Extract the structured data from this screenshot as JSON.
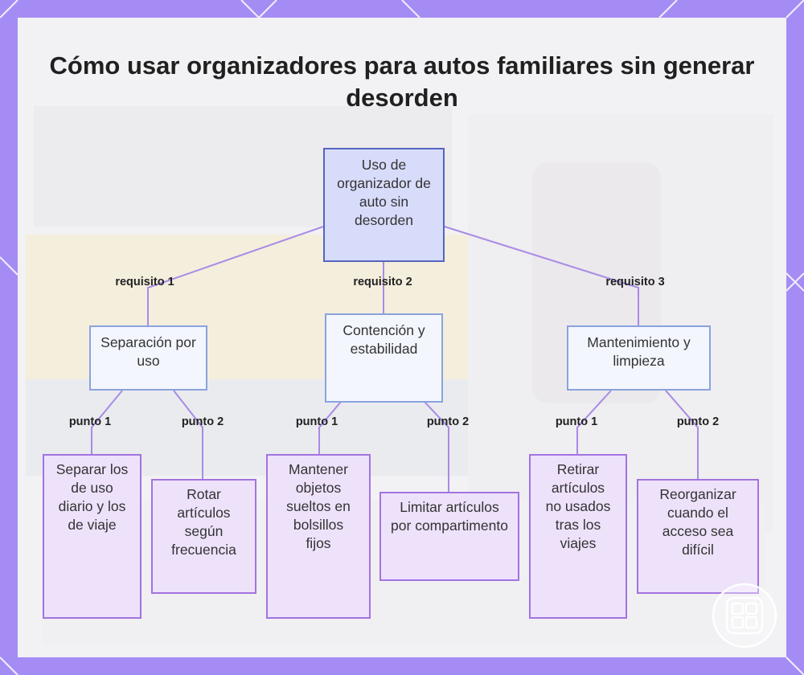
{
  "title": "Cómo usar organizadores para autos familiares sin generar desorden",
  "root": {
    "label": "Uso de organizador de auto sin desorden"
  },
  "requirements": [
    {
      "edge_label": "requisito 1",
      "label": "Separación por uso",
      "points": [
        {
          "edge_label": "punto 1",
          "label": "Separar los de uso diario y los de viaje"
        },
        {
          "edge_label": "punto 2",
          "label": "Rotar artículos según frecuencia"
        }
      ]
    },
    {
      "edge_label": "requisito 2",
      "label": "Contención y estabilidad",
      "points": [
        {
          "edge_label": "punto 1",
          "label": "Mantener objetos sueltos en bolsillos fijos"
        },
        {
          "edge_label": "punto 2",
          "label": "Limitar artículos por compartimento"
        }
      ]
    },
    {
      "edge_label": "requisito 3",
      "label": "Mantenimiento y limpieza",
      "points": [
        {
          "edge_label": "punto 1",
          "label": "Retirar artículos no usados tras los viajes"
        },
        {
          "edge_label": "punto 2",
          "label": "Reorganizar cuando el acceso sea difícil"
        }
      ]
    }
  ],
  "colors": {
    "frame": "#a58cf4",
    "root_fill": "#d8dcfb",
    "root_border": "#5564bd",
    "req_fill": "#f3f6fd",
    "req_border": "#8aa2df",
    "leaf_fill": "#eee2fb",
    "leaf_border": "#a274e0",
    "edge": "#a98ae6"
  },
  "icons": {
    "badge": "grid-logo-icon"
  }
}
